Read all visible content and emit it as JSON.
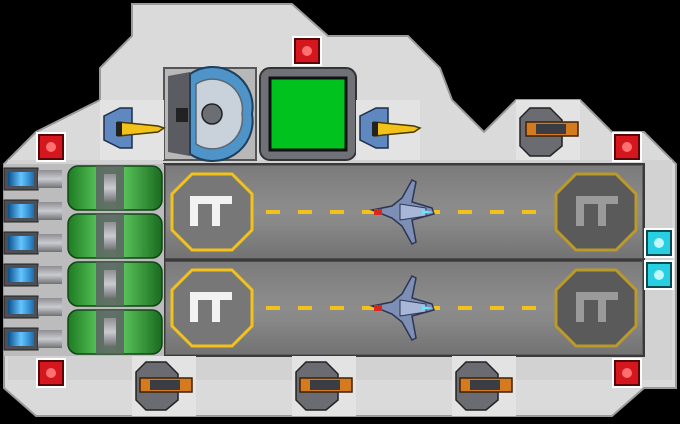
{
  "scene": {
    "hull_fill": "#d9d9d9",
    "hull_edge": "#9a9a9a",
    "background": "#000000",
    "hangar_floor": "#868686",
    "runway_line_color": "#f2c21a",
    "pad_active_color": "#f2c21a",
    "pad_inactive_color": "#5a5a5a"
  },
  "hangar": {
    "bays": [
      {
        "id": "bay-1",
        "craft": "fighter-icon",
        "launch_pad": "active",
        "landing_pad": "inactive"
      },
      {
        "id": "bay-2",
        "craft": "fighter-icon",
        "launch_pad": "active",
        "landing_pad": "inactive"
      }
    ]
  },
  "modules": {
    "shield_generator": {
      "icon": "shield-generator-icon",
      "accent": "#5aa8e0"
    },
    "screen_panel": {
      "icon": "green-screen-icon",
      "color": "#00c21e"
    },
    "missile_launchers": {
      "icon": "missile-launcher-icon",
      "count": 2,
      "accent": "#f2c21a"
    },
    "cannon_turrets": {
      "icon": "cannon-turret-icon",
      "count": 4,
      "accent": "#d67a1e"
    },
    "fuel_tanks": {
      "icon": "fuel-tank-icon",
      "count": 4,
      "color": "#35b83a"
    },
    "engines": {
      "icon": "thruster-icon",
      "count": 6,
      "color": "#2b8fd6"
    },
    "red_beacons": {
      "icon": "red-beacon-icon",
      "count": 5,
      "color": "#d4161d"
    },
    "cyan_beacons": {
      "icon": "cyan-beacon-icon",
      "count": 2,
      "color": "#27d0e0"
    }
  }
}
